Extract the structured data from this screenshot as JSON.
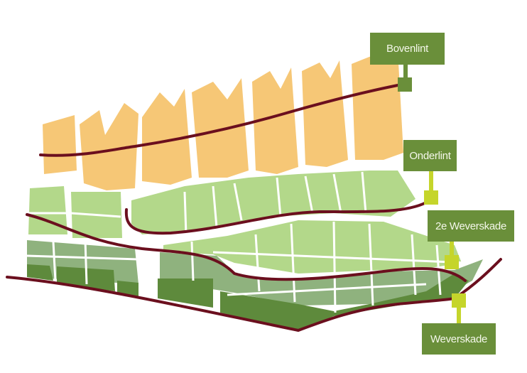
{
  "labels": {
    "bovenlint": "Bovenlint",
    "onderlint": "Onderlint",
    "tweede_weverskade": "2e Weverskade",
    "weverskade": "Weverskade"
  },
  "colors": {
    "label_bg": "#6a8f3a",
    "marker_lime": "#c5d52b",
    "marker_dark": "#6a8f3a",
    "road": "#6b0f1e",
    "zone_orange": "#f6c776",
    "zone_lightgreen": "#b3d88a",
    "zone_mutedgreen": "#8fb27e",
    "zone_darkgreen": "#5e8a3c"
  }
}
